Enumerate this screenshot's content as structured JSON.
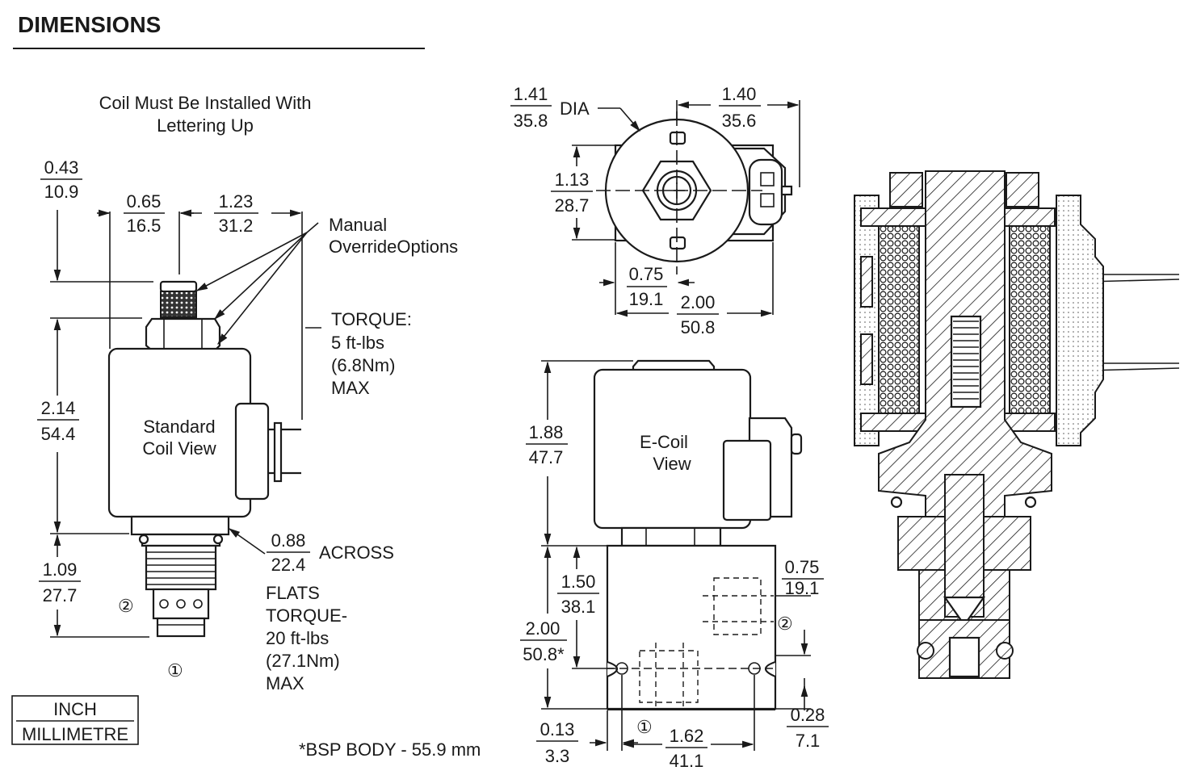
{
  "header": {
    "title": "DIMENSIONS"
  },
  "notes": {
    "install_line1": "Coil Must Be Installed With",
    "install_line2": "Lettering  Up",
    "manual_override_line1": "Manual",
    "manual_override_line2": "OverrideOptions",
    "torque_top_1": "TORQUE:",
    "torque_top_2": "5 ft-lbs",
    "torque_top_3": "(6.8Nm)",
    "torque_top_4": "MAX",
    "across": "ACROSS",
    "flats_1": "FLATS",
    "flats_2": "TORQUE-",
    "flats_3": "20 ft-lbs",
    "flats_4": "(27.1Nm)",
    "flats_5": "MAX",
    "standard_coil_1": "Standard",
    "standard_coil_2": "Coil View",
    "ecoil_1": "E-Coil",
    "ecoil_2": "View",
    "dia": "DIA",
    "bsp_note": "*BSP BODY - 55.9 mm"
  },
  "legend": {
    "inch": "INCH",
    "mm": "MILLIMETRE"
  },
  "ports": {
    "port1": "①",
    "port2": "②"
  },
  "dims": {
    "d_043_in": "0.43",
    "d_043_mm": "10.9",
    "d_065_in": "0.65",
    "d_065_mm": "16.5",
    "d_123_in": "1.23",
    "d_123_mm": "31.2",
    "d_214_in": "2.14",
    "d_214_mm": "54.4",
    "d_109_in": "1.09",
    "d_109_mm": "27.7",
    "d_088_in": "0.88",
    "d_088_mm": "22.4",
    "d_141_in": "1.41",
    "d_141_mm": "35.8",
    "d_140_in": "1.40",
    "d_140_mm": "35.6",
    "d_113_in": "1.13",
    "d_113_mm": "28.7",
    "d_075a_in": "0.75",
    "d_075a_mm": "19.1",
    "d_200a_in": "2.00",
    "d_200a_mm": "50.8",
    "d_188_in": "1.88",
    "d_188_mm": "47.7",
    "d_150_in": "1.50",
    "d_150_mm": "38.1",
    "d_200b_in": "2.00",
    "d_200b_mm": "50.8*",
    "d_075b_in": "0.75",
    "d_075b_mm": "19.1",
    "d_028_in": "0.28",
    "d_028_mm": "7.1",
    "d_013_in": "0.13",
    "d_013_mm": "3.3",
    "d_162_in": "1.62",
    "d_162_mm": "41.1"
  }
}
